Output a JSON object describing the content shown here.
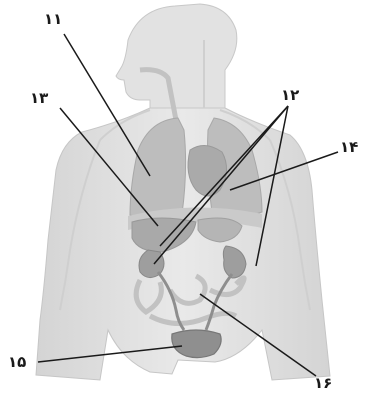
{
  "diagram": {
    "labels": [
      {
        "id": "label-11",
        "text": "۱۱"
      },
      {
        "id": "label-12",
        "text": "۱۲"
      },
      {
        "id": "label-13",
        "text": "۱۳"
      },
      {
        "id": "label-14",
        "text": "۱۴"
      },
      {
        "id": "label-15",
        "text": "۱۵"
      },
      {
        "id": "label-16",
        "text": "۱۶"
      }
    ]
  }
}
